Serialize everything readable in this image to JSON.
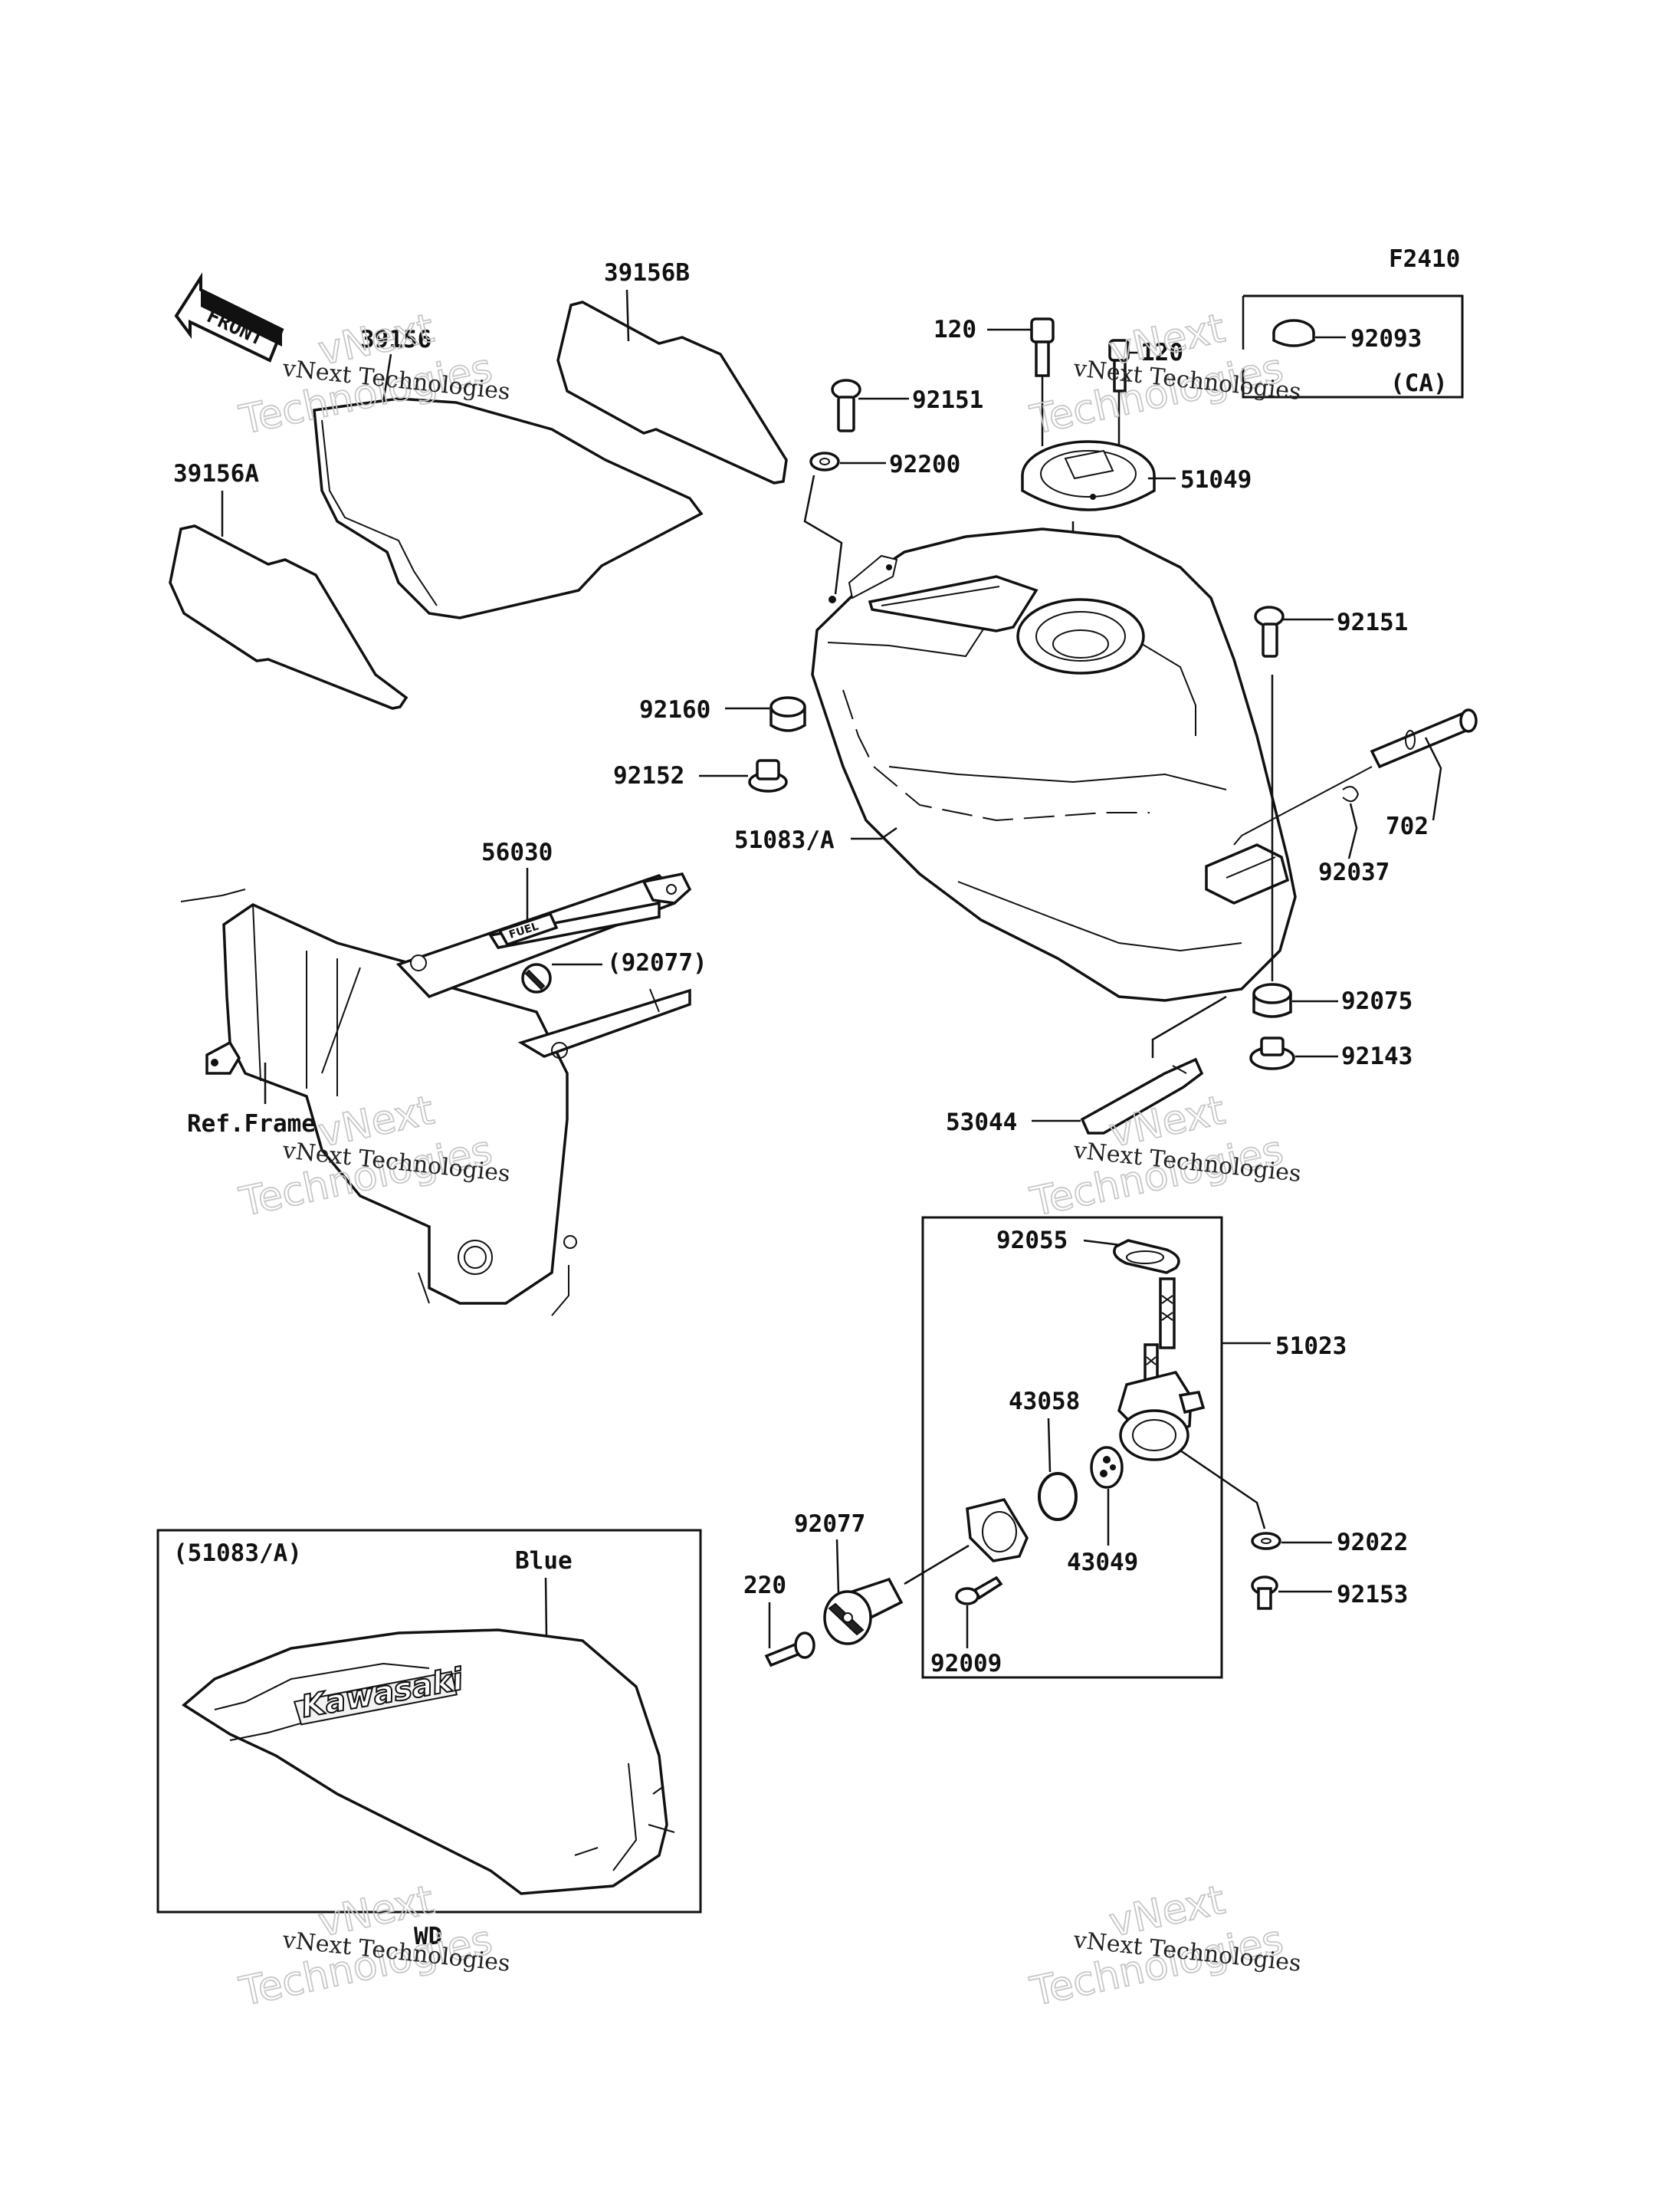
{
  "figure_id": "F2410",
  "front_label": "FRONT",
  "watermark": {
    "line1": "vNext Technologies",
    "line2": "vNext",
    "line3": "Technologies"
  },
  "parts": {
    "p39156B": "39156B",
    "p39156": "39156",
    "p39156A": "39156A",
    "p120a": "120",
    "p120b": "120",
    "p92093": "92093",
    "ca": "(CA)",
    "p92151a": "92151",
    "p92200": "92200",
    "p51049": "51049",
    "p92151b": "92151",
    "p92160": "92160",
    "p92152": "92152",
    "p51083": "51083/A",
    "p702": "702",
    "p92037": "92037",
    "p56030": "56030",
    "p92077a": "(92077)",
    "p92075": "92075",
    "p92143": "92143",
    "p53044": "53044",
    "refframe": "Ref.Frame",
    "p92055": "92055",
    "p51023": "51023",
    "p43058": "43058",
    "p43049": "43049",
    "p92077b": "92077",
    "p220": "220",
    "p92022": "92022",
    "p92153": "92153",
    "p92009": "92009"
  },
  "inset": {
    "title": "(51083/A)",
    "color": "Blue",
    "region": "WD",
    "brand": "Kawasaki"
  },
  "decal_text": "FUEL"
}
